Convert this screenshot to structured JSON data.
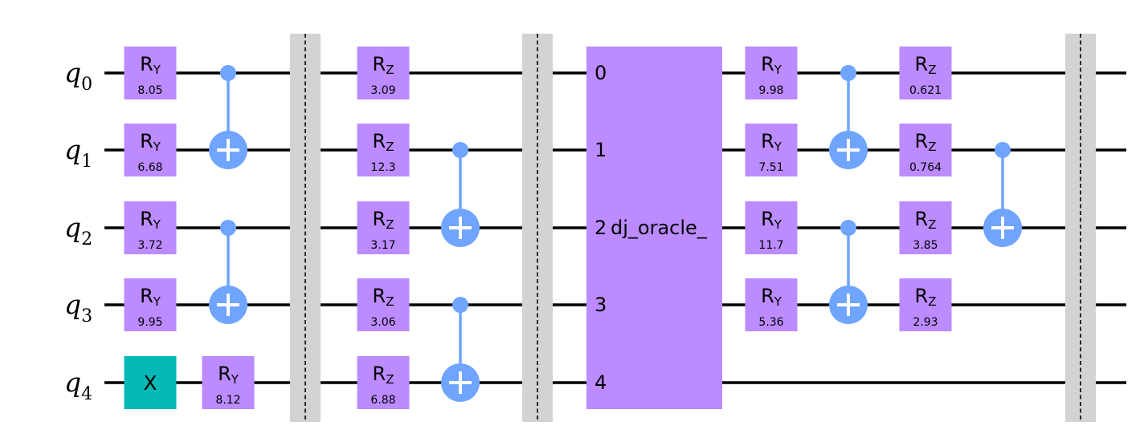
{
  "colors": {
    "rotation_gate": "#bb8bff",
    "x_gate": "#05bab6",
    "control": "#6fa4ff",
    "oracle": "#bb8bff",
    "barrier": "#d3d3d3",
    "wire": "#000000"
  },
  "qubits": [
    {
      "base": "q",
      "index": "0"
    },
    {
      "base": "q",
      "index": "1"
    },
    {
      "base": "q",
      "index": "2"
    },
    {
      "base": "q",
      "index": "3"
    },
    {
      "base": "q",
      "index": "4"
    }
  ],
  "layer1": [
    {
      "kind": "rot",
      "base": "R",
      "axis": "Y",
      "param": "8.05",
      "qubit": 0
    },
    {
      "kind": "rot",
      "base": "R",
      "axis": "Y",
      "param": "6.68",
      "qubit": 1
    },
    {
      "kind": "rot",
      "base": "R",
      "axis": "Y",
      "param": "3.72",
      "qubit": 2
    },
    {
      "kind": "rot",
      "base": "R",
      "axis": "Y",
      "param": "9.95",
      "qubit": 3
    },
    {
      "kind": "x",
      "label": "X",
      "qubit": 4
    }
  ],
  "layer1b": [
    {
      "kind": "rot",
      "base": "R",
      "axis": "Y",
      "param": "8.12",
      "qubit": 4
    }
  ],
  "cnots_a": [
    {
      "control": 0,
      "target": 1
    },
    {
      "control": 2,
      "target": 3
    }
  ],
  "layer2": [
    {
      "kind": "rot",
      "base": "R",
      "axis": "Z",
      "param": "3.09",
      "qubit": 0
    },
    {
      "kind": "rot",
      "base": "R",
      "axis": "Z",
      "param": "12.3",
      "qubit": 1
    },
    {
      "kind": "rot",
      "base": "R",
      "axis": "Z",
      "param": "3.17",
      "qubit": 2
    },
    {
      "kind": "rot",
      "base": "R",
      "axis": "Z",
      "param": "3.06",
      "qubit": 3
    },
    {
      "kind": "rot",
      "base": "R",
      "axis": "Z",
      "param": "6.88",
      "qubit": 4
    }
  ],
  "cnots_b": [
    {
      "control": 1,
      "target": 2
    },
    {
      "control": 3,
      "target": 4
    }
  ],
  "oracle": {
    "name": "dj_oracle_",
    "ports": [
      "0",
      "1",
      "2",
      "3",
      "4"
    ]
  },
  "layer3": [
    {
      "kind": "rot",
      "base": "R",
      "axis": "Y",
      "param": "9.98",
      "qubit": 0
    },
    {
      "kind": "rot",
      "base": "R",
      "axis": "Y",
      "param": "7.51",
      "qubit": 1
    },
    {
      "kind": "rot",
      "base": "R",
      "axis": "Y",
      "param": "11.7",
      "qubit": 2
    },
    {
      "kind": "rot",
      "base": "R",
      "axis": "Y",
      "param": "5.36",
      "qubit": 3
    }
  ],
  "cnots_c": [
    {
      "control": 0,
      "target": 1
    },
    {
      "control": 2,
      "target": 3
    }
  ],
  "layer4": [
    {
      "kind": "rot",
      "base": "R",
      "axis": "Z",
      "param": "0.621",
      "qubit": 0
    },
    {
      "kind": "rot",
      "base": "R",
      "axis": "Z",
      "param": "0.764",
      "qubit": 1
    },
    {
      "kind": "rot",
      "base": "R",
      "axis": "Z",
      "param": "3.85",
      "qubit": 2
    },
    {
      "kind": "rot",
      "base": "R",
      "axis": "Z",
      "param": "2.93",
      "qubit": 3
    }
  ],
  "cnots_d": [
    {
      "control": 1,
      "target": 2
    }
  ]
}
